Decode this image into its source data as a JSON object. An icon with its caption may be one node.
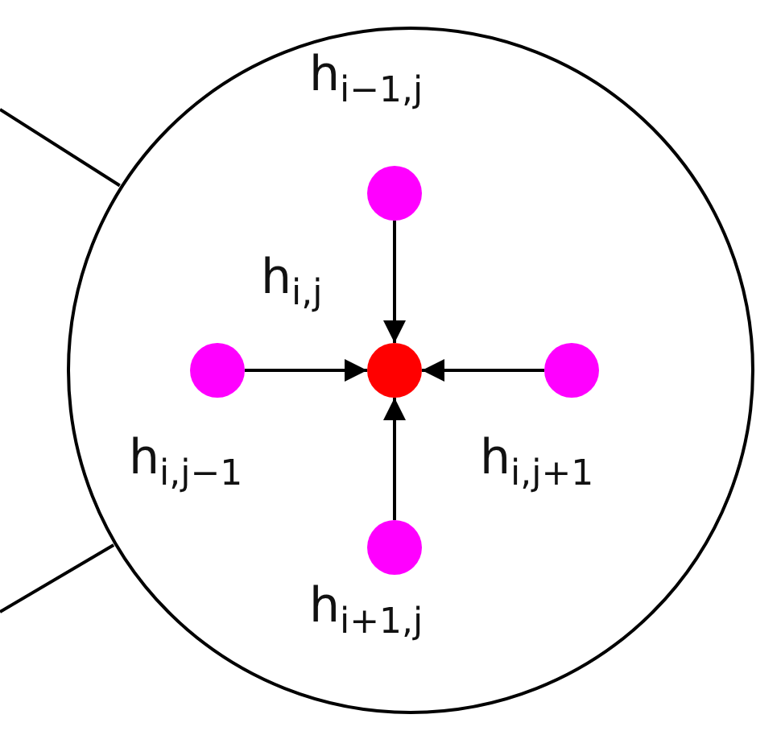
{
  "diagram": {
    "nodes": [
      {
        "text": [],
        "shape": "circle"
      },
      {
        "text": [],
        "shape": "circle",
        "in": 0,
        "beside": [
          "h$_{i−1,j}$"
        ]
      },
      {
        "text": [],
        "shape": "circle",
        "in": 0,
        "beside": [
          "h$_{i,j−1}$"
        ]
      },
      {
        "text": [],
        "shape": "circle",
        "in": 0,
        "beside": [
          "h$_{i,j}$"
        ]
      },
      {
        "text": [],
        "shape": "circle",
        "in": 0,
        "beside": [
          "h$_{i,j+1}$"
        ]
      },
      {
        "text": [],
        "shape": "circle",
        "in": 0,
        "beside": [
          "h$_{i+1,j}$"
        ]
      }
    ],
    "edges": [
      {
        "from": 1,
        "to": 3,
        "arrow": "to"
      },
      {
        "from": 2,
        "to": 3,
        "arrow": "to"
      },
      {
        "from": 4,
        "to": 3,
        "arrow": "to"
      },
      {
        "from": 5,
        "to": 3,
        "arrow": "to"
      },
      {
        "from": null,
        "to": 0,
        "arrow": "none"
      },
      {
        "from": null,
        "to": 0,
        "arrow": "none"
      }
    ]
  }
}
